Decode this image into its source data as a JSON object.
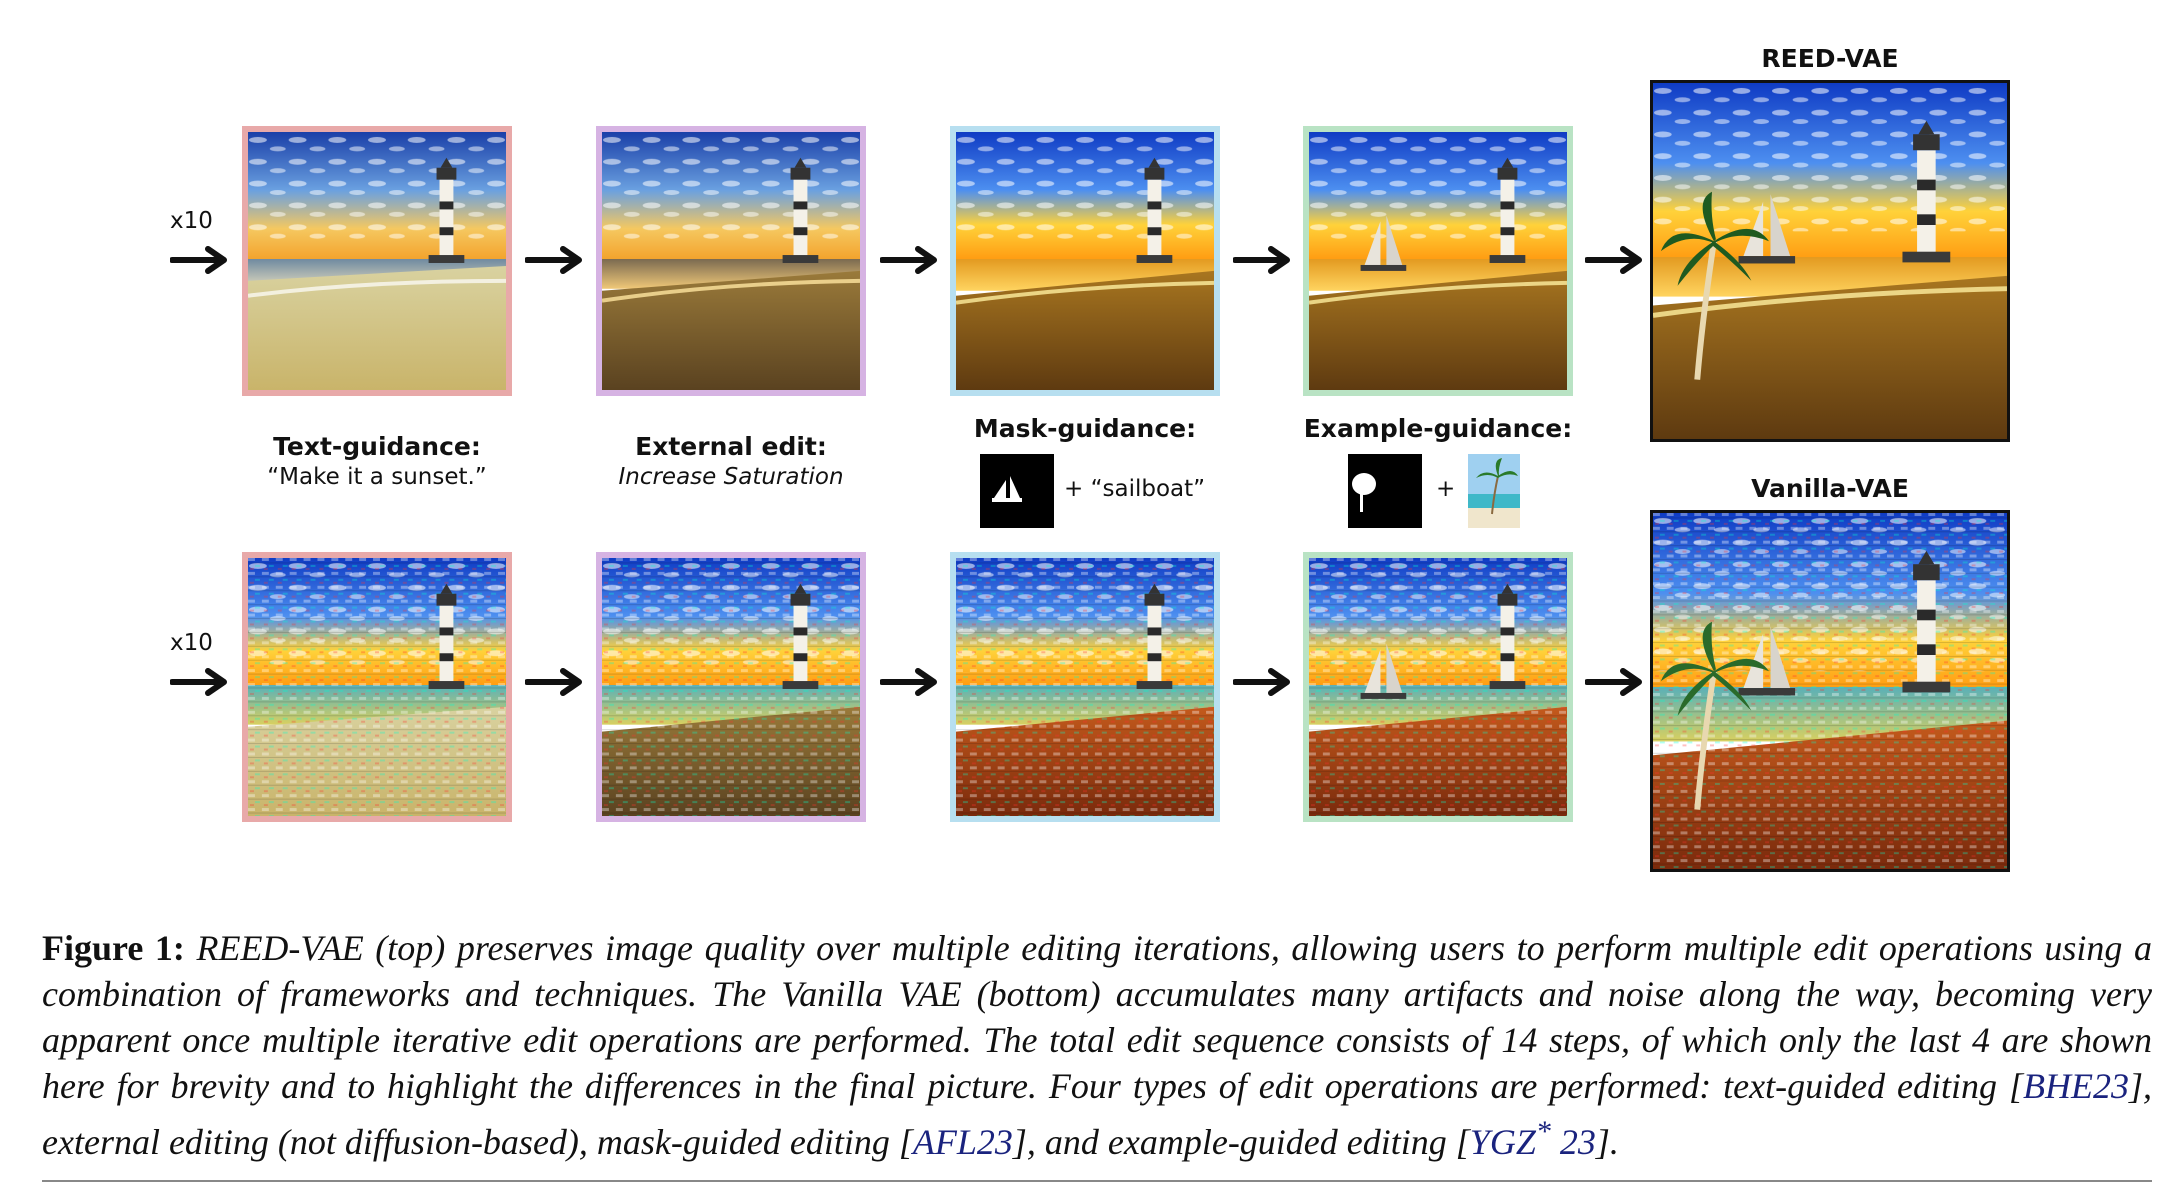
{
  "top_row": {
    "title": "REED-VAE",
    "iterations": "x10"
  },
  "bottom_row": {
    "title": "Vanilla-VAE",
    "iterations": "x10"
  },
  "steps": [
    {
      "title": "Text-guidance:",
      "detail": "“Make it a sunset.”",
      "border": "#e8a9a9"
    },
    {
      "title": "External edit:",
      "detail": "Increase Saturation",
      "border": "#d6b3e3"
    },
    {
      "title": "Mask-guidance:",
      "detail": "+ “sailboat”",
      "border": "#b7dff0"
    },
    {
      "title": "Example-guidance:",
      "detail": "+",
      "border": "#b9e3c4"
    }
  ],
  "caption": {
    "figure_label": "Figure 1:",
    "text_1": " REED-VAE (top) preserves image quality over multiple editing iterations, allowing users to perform multiple edit operations using a combination of frameworks and techniques. The Vanilla VAE (bottom) accumulates many artifacts and noise along the way, becoming very apparent once multiple iterative edit operations are performed. The total edit sequence consists of 14 steps, of which only the last 4 are shown here for brevity and to highlight the differences in the final picture. Four types of edit operations are performed: text-guided editing [",
    "cite_1": "BHE23",
    "text_2": "], external editing (not diffusion-based), mask-guided editing [",
    "cite_2": "AFL23",
    "text_3": "], and example-guided editing [",
    "cite_3": "YGZ",
    "cite_3_sup": "*",
    "cite_3_year": " 23",
    "text_4": "]."
  }
}
